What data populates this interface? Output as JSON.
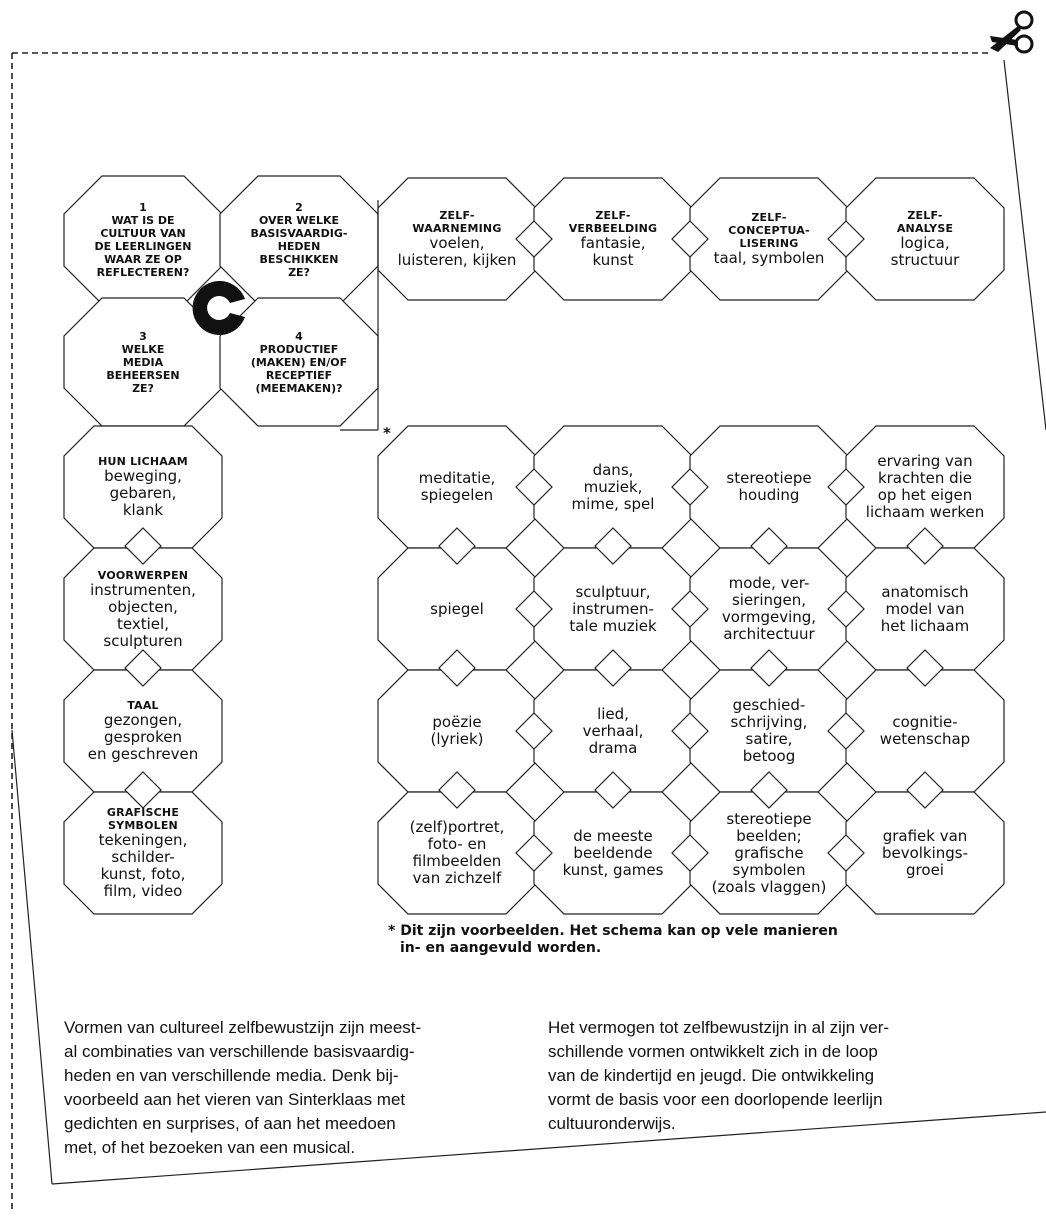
{
  "questions": [
    {
      "num": "1",
      "lines": [
        "WAT IS DE",
        "CULTUUR VAN",
        "DE LEERLINGEN",
        "WAAR ZE OP",
        "REFLECTEREN?"
      ]
    },
    {
      "num": "2",
      "lines": [
        "OVER WELKE",
        "BASISVAARDIG-",
        "HEDEN",
        "BESCHIKKEN",
        "ZE?"
      ]
    },
    {
      "num": "3",
      "lines": [
        "WELKE",
        "MEDIA",
        "BEHEERSEN",
        "ZE?"
      ]
    },
    {
      "num": "4",
      "lines": [
        "PRODUCTIEF",
        "(MAKEN) EN/OF",
        "RECEPTIEF",
        "(MEEMAKEN)?"
      ]
    }
  ],
  "skills": [
    {
      "caption": [
        "ZELF-",
        "WAARNEMING"
      ],
      "text": [
        "voelen,",
        "luisteren, kijken"
      ]
    },
    {
      "caption": [
        "ZELF-",
        "VERBEELDING"
      ],
      "text": [
        "fantasie,",
        "kunst"
      ]
    },
    {
      "caption": [
        "ZELF-",
        "CONCEPTUA-",
        "LISERING"
      ],
      "text": [
        "taal, symbolen"
      ]
    },
    {
      "caption": [
        "ZELF-",
        "ANALYSE"
      ],
      "text": [
        "logica,",
        "structuur"
      ]
    }
  ],
  "media": [
    {
      "caption": [
        "HUN LICHAAM"
      ],
      "text": [
        "beweging,",
        "gebaren,",
        "klank"
      ]
    },
    {
      "caption": [
        "VOORWERPEN"
      ],
      "text": [
        "instrumenten,",
        "objecten,",
        "textiel,",
        "sculpturen"
      ]
    },
    {
      "caption": [
        "TAAL"
      ],
      "text": [
        "gezongen,",
        "gesproken",
        "en geschreven"
      ]
    },
    {
      "caption": [
        "GRAFISCHE",
        "SYMBOLEN"
      ],
      "text": [
        "tekeningen,",
        "schilder-",
        "kunst, foto,",
        "film, video"
      ]
    }
  ],
  "grid_marker": "*",
  "grid": [
    [
      [
        "meditatie,",
        "spiegelen"
      ],
      [
        "dans,",
        "muziek,",
        "mime, spel"
      ],
      [
        "stereotiepe",
        "houding"
      ],
      [
        "ervaring van",
        "krachten die",
        "op het eigen",
        "lichaam werken"
      ]
    ],
    [
      [
        "spiegel"
      ],
      [
        "sculptuur,",
        "instrumen-",
        "tale muziek"
      ],
      [
        "mode, ver-",
        "sieringen,",
        "vormgeving,",
        "architectuur"
      ],
      [
        "anatomisch",
        "model van",
        "het lichaam"
      ]
    ],
    [
      [
        "poëzie",
        "(lyriek)"
      ],
      [
        "lied,",
        "verhaal,",
        "drama"
      ],
      [
        "geschied-",
        "schrijving,",
        "satire,",
        "betoog"
      ],
      [
        "cognitie-",
        "wetenschap"
      ]
    ],
    [
      [
        "(zelf)portret,",
        "foto- en",
        "filmbeelden",
        "van zichzelf"
      ],
      [
        "de meeste",
        "beeldende",
        "kunst, games"
      ],
      [
        "stereotiepe",
        "beelden;",
        "grafische",
        "symbolen",
        "(zoals vlaggen)"
      ],
      [
        "grafiek van",
        "bevolkings-",
        "groei"
      ]
    ]
  ],
  "footnote": [
    "* Dit zijn voorbeelden. Het schema kan op vele manieren",
    "in- en aangevuld worden."
  ],
  "paragraph_left": [
    "Vormen van cultureel zelfbewustzijn zijn meest-",
    "al combinaties van verschillende basisvaardig-",
    "heden en van verschillende media. Denk bij-",
    "voorbeeld aan het vieren van Sinterklaas met",
    "gedichten en surprises, of aan het meedoen",
    "met, of het bezoeken van een musical."
  ],
  "paragraph_right": [
    "Het vermogen tot zelfbewustzijn in al zijn ver-",
    "schillende vormen ontwikkelt zich in de loop",
    "van de kindertijd en jeugd. Die ontwikkeling",
    "vormt de basis voor een doorlopende leerlijn",
    "cultuuronderwijs."
  ],
  "icons": {
    "scissors": "scissors-icon",
    "logo": "c-logo-icon"
  }
}
